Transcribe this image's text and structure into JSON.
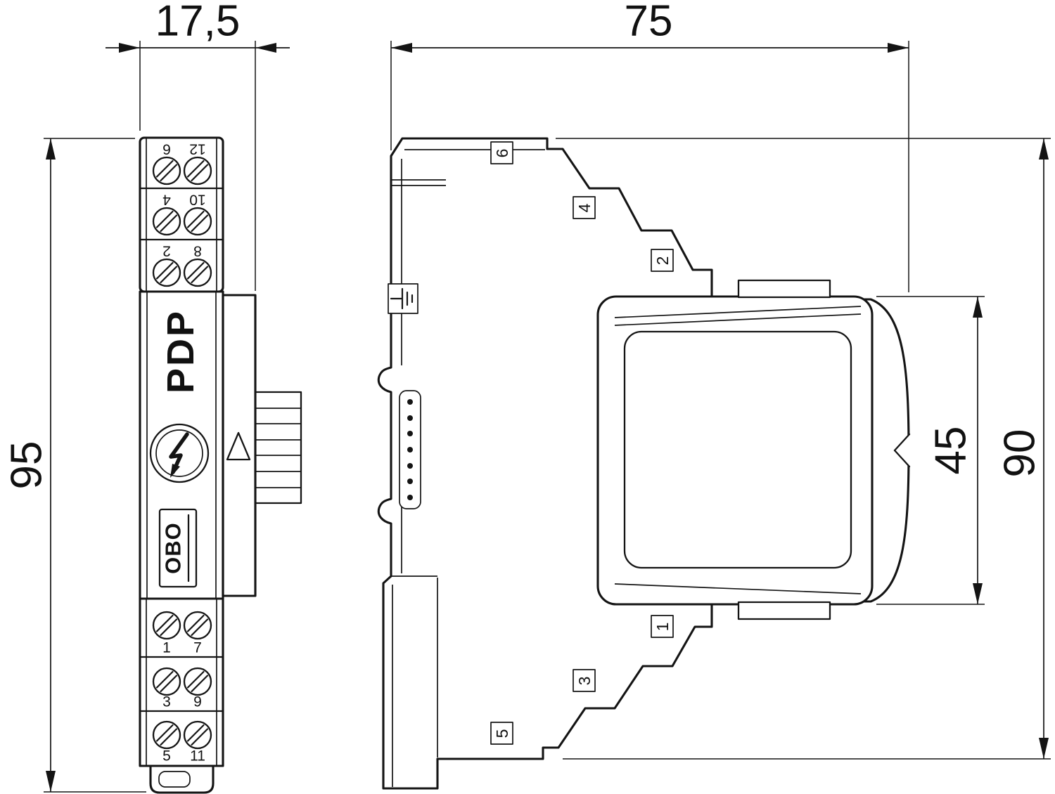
{
  "drawing": {
    "line_color": "#141414",
    "background_color": "#ffffff"
  },
  "dimensions": {
    "front_width": "17,5",
    "side_depth": "75",
    "front_height": "95",
    "side_height": "90",
    "module_height": "45"
  },
  "front_view": {
    "product_label": "PDP",
    "brand_label": "OBO",
    "top_terminal_numbers": [
      "6",
      "12",
      "4",
      "10",
      "2",
      "8"
    ],
    "bottom_terminal_numbers": [
      "1",
      "7",
      "3",
      "9",
      "5",
      "11"
    ]
  },
  "side_view": {
    "top_markers": [
      "6",
      "4",
      "2"
    ],
    "bottom_markers": [
      "1",
      "3",
      "5"
    ]
  }
}
